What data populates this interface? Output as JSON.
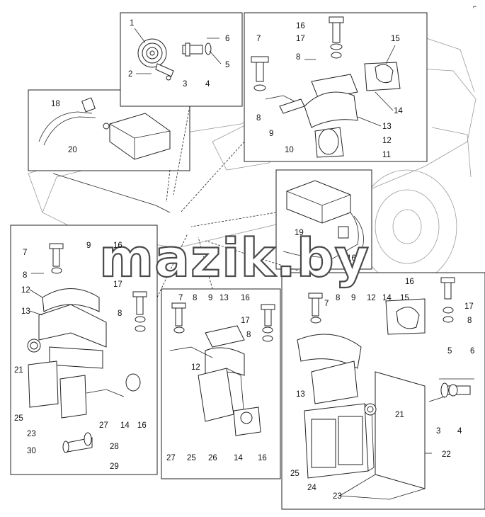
{
  "watermark": "mazik.by",
  "corner_mark": "⌐",
  "labels": {
    "tl": [
      "1",
      "6",
      "5",
      "4",
      "3",
      "2"
    ],
    "leftbox": [
      "18",
      "20"
    ],
    "tr": [
      "16",
      "17",
      "8",
      "7",
      "15",
      "14",
      "13",
      "12",
      "11",
      "10",
      "9",
      "8"
    ],
    "mid": [
      "19",
      "16"
    ],
    "bl": [
      "7",
      "9",
      "16",
      "8",
      "12",
      "17",
      "13",
      "8",
      "21",
      "25",
      "23",
      "27",
      "14",
      "16",
      "30",
      "28",
      "29"
    ],
    "bc": [
      "7",
      "8",
      "9",
      "13",
      "16",
      "17",
      "8",
      "12",
      "27",
      "25",
      "26",
      "14",
      "16"
    ],
    "br": [
      "7",
      "8",
      "9",
      "12",
      "14",
      "15",
      "16",
      "17",
      "8",
      "5",
      "6",
      "13",
      "21",
      "3",
      "4",
      "22",
      "25",
      "24",
      "23"
    ]
  }
}
